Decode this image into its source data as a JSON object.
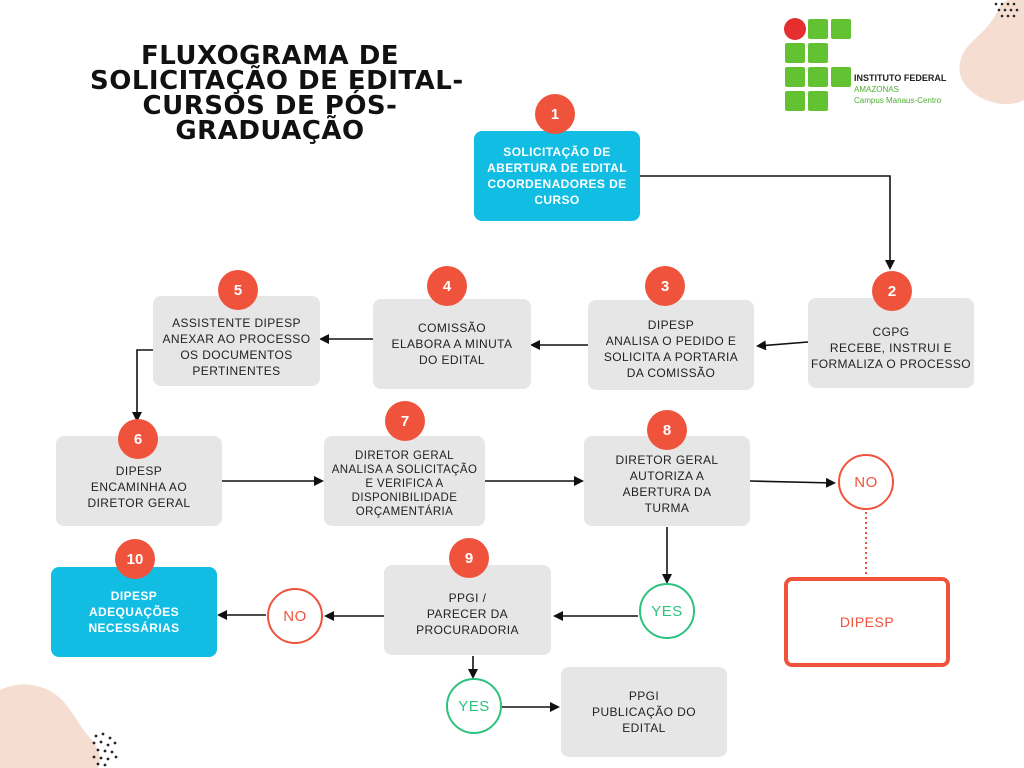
{
  "title": [
    "FLUXOGRAMA DE",
    "SOLICITAÇÃO DE EDITAL-",
    "CURSOS DE PÓS-",
    "GRADUAÇÃO"
  ],
  "logo": {
    "name": "INSTITUTO FEDERAL",
    "state": "AMAZONAS",
    "campus": "Campus Manaus-Centro",
    "colors": {
      "green": "#63c232",
      "red": "#e52e2e"
    }
  },
  "colors": {
    "step_number": "#f0533c",
    "box_gray": "#e6e6e6",
    "box_cyan": "#12bde3",
    "yes": "#2ec27e",
    "no": "#f0533c"
  },
  "steps": {
    "s1": {
      "num": "1",
      "lines": [
        "SOLICITAÇÃO DE",
        "ABERTURA DE EDITAL",
        "COORDENADORES DE",
        "CURSO"
      ]
    },
    "s2": {
      "num": "2",
      "lines": [
        "CGPG",
        "RECEBE, INSTRUI E",
        "FORMALIZA O PROCESSO"
      ]
    },
    "s3": {
      "num": "3",
      "lines": [
        "DIPESP",
        "ANALISA  O PEDIDO E",
        "SOLICITA A PORTARIA",
        "DA COMISSÃO"
      ]
    },
    "s4": {
      "num": "4",
      "lines": [
        "COMISSÃO",
        "ELABORA A MINUTA",
        "DO EDITAL"
      ]
    },
    "s5": {
      "num": "5",
      "lines": [
        "ASSISTENTE DIPESP",
        "ANEXAR AO PROCESSO",
        "OS DOCUMENTOS",
        "PERTINENTES"
      ]
    },
    "s6": {
      "num": "6",
      "lines": [
        "DIPESP",
        "ENCAMINHA AO",
        "DIRETOR GERAL"
      ]
    },
    "s7": {
      "num": "7",
      "lines": [
        "DIRETOR GERAL",
        "ANALISA A SOLICITAÇÃO",
        "E VERIFICA A",
        "DISPONIBILIDADE",
        "ORÇAMENTÁRIA"
      ]
    },
    "s8": {
      "num": "8",
      "lines": [
        "DIRETOR GERAL",
        "AUTORIZA A",
        "ABERTURA DA",
        "TURMA"
      ]
    },
    "s9": {
      "num": "9",
      "lines": [
        "PPGI /",
        "PARECER DA",
        "PROCURADORIA"
      ]
    },
    "s10": {
      "num": "10",
      "lines": [
        "DIPESP",
        "ADEQUAÇÕES",
        "NECESSÁRIAS"
      ]
    },
    "s11": {
      "lines": [
        "PPGI",
        "PUBLICAÇÃO DO",
        "EDITAL"
      ]
    }
  },
  "decisions": {
    "no_8": "NO",
    "dipesp_box": "DIPESP",
    "yes_8": "YES",
    "no_9": "NO",
    "yes_9": "YES"
  }
}
